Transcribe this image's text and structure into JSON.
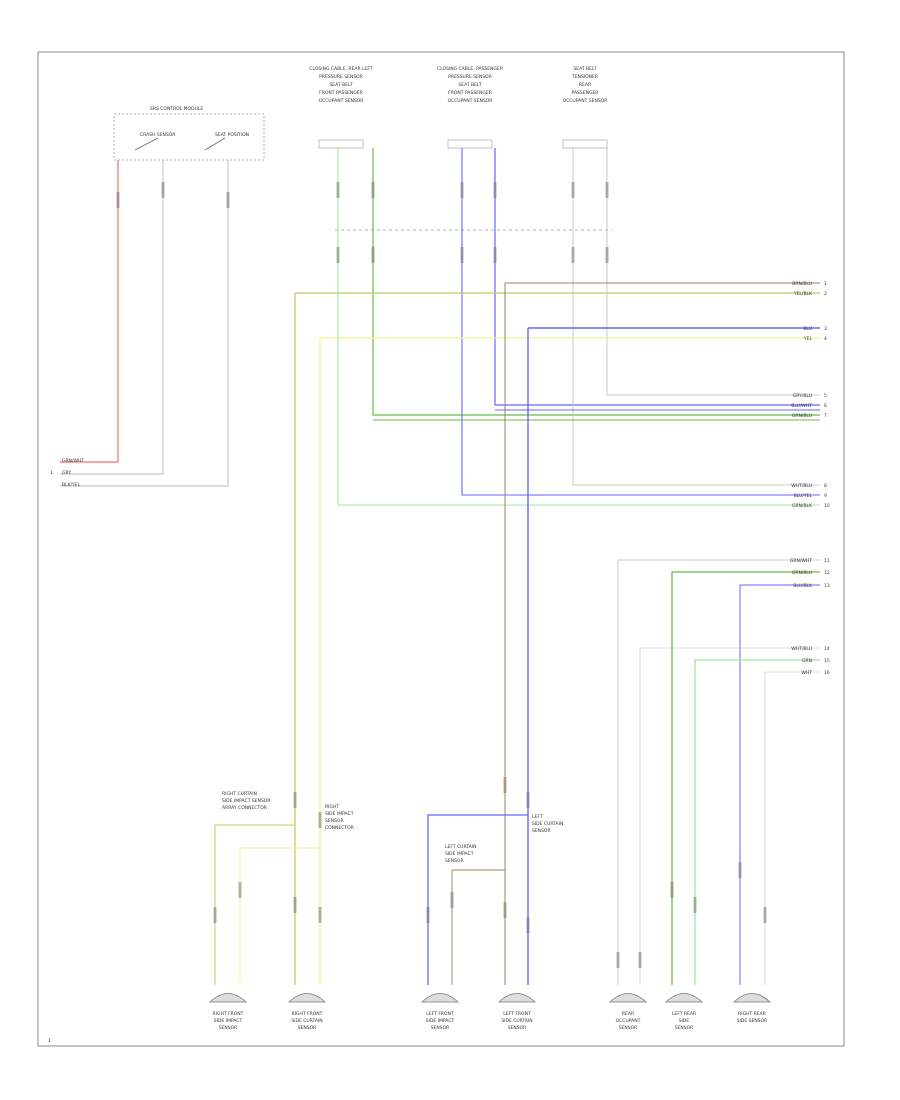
{
  "page_id": "1",
  "connectors": {
    "top": [
      {
        "id": "dr",
        "lines": [
          "CLOSING CABLE, REAR LEFT",
          "PRESSURE SENSOR",
          "SEAT BELT",
          "FRONT PASSENGER",
          "OCCUPANT SENSOR"
        ]
      },
      {
        "id": "ps",
        "lines": [
          "CLOSING CABLE, PASSENGER",
          "PRESSURE SENSOR",
          "SEAT BELT",
          "FRONT PASSENGER",
          "OCCUPANT SENSOR"
        ]
      },
      {
        "id": "rr",
        "lines": [
          "SEAT BELT",
          "TENSIONER",
          "REAR",
          "PASSENGER",
          "OCCUPANT SENSOR"
        ]
      }
    ],
    "switch": {
      "title": "SRS CONTROL MODULE",
      "left": "CRASH SENSOR",
      "right": "SEAT POSITION"
    },
    "left_rows": [
      "GRN/WHT",
      "GRY",
      "BLK/YEL"
    ],
    "bottom": [
      {
        "id": "b1",
        "lines": [
          "RIGHT FRONT",
          "SIDE IMPACT",
          "SENSOR"
        ]
      },
      {
        "id": "b2",
        "lines": [
          "RIGHT FRONT",
          "SIDE CURTAIN",
          "SENSOR"
        ]
      },
      {
        "id": "b3",
        "lines": [
          "LEFT FRONT",
          "SIDE IMPACT",
          "SENSOR"
        ]
      },
      {
        "id": "b4",
        "lines": [
          "LEFT FRONT",
          "SIDE CURTAIN",
          "SENSOR"
        ]
      },
      {
        "id": "b5",
        "lines": [
          "REAR",
          "OCCUPANT",
          "SENSOR"
        ]
      },
      {
        "id": "b6",
        "lines": [
          "LEFT REAR",
          "SIDE",
          "SENSOR"
        ]
      },
      {
        "id": "b7",
        "lines": [
          "RIGHT REAR",
          "SIDE SENSOR"
        ]
      }
    ],
    "mid": [
      {
        "id": "m1",
        "lines": [
          "RIGHT CURTAIN",
          "SIDE IMPACT SENSOR",
          "ARRAY CONNECTOR"
        ]
      },
      {
        "id": "m2",
        "lines": [
          "RIGHT",
          "SIDE IMPACT",
          "SENSOR",
          "CONNECTOR"
        ]
      },
      {
        "id": "m3",
        "lines": [
          "LEFT CURTAIN",
          "SIDE IMPACT",
          "SENSOR"
        ]
      },
      {
        "id": "m4",
        "lines": [
          "LEFT",
          "SIDE CURTAIN",
          "SENSOR"
        ]
      }
    ]
  },
  "right_labels": [
    {
      "text": "BRN/BLU",
      "pin": "1"
    },
    {
      "text": "YEL/BLK",
      "pin": "2"
    },
    {
      "text": "BLU",
      "pin": "3"
    },
    {
      "text": "YEL",
      "pin": "4"
    },
    {
      "text": "GRY/BLU",
      "pin": "5"
    },
    {
      "text": "BLU/WHT",
      "pin": "6"
    },
    {
      "text": "GRN/BLU",
      "pin": "7"
    },
    {
      "text": "WHT/BLU",
      "pin": "8"
    },
    {
      "text": "BLU/YEL",
      "pin": "9"
    },
    {
      "text": "GRN/BLK",
      "pin": "10"
    },
    {
      "text": "GRN/WHT",
      "pin": "11"
    },
    {
      "text": "GRN/BLU",
      "pin": "12"
    },
    {
      "text": "BLU/BLK",
      "pin": "13"
    },
    {
      "text": "WHT/BLU",
      "pin": "14"
    },
    {
      "text": "GRN",
      "pin": "15"
    },
    {
      "text": "WHT",
      "pin": "16"
    }
  ],
  "wire_colors": {
    "red": "#ff6b6b",
    "gray": "#bbbbbb",
    "olive": "#c8c860",
    "yellow": "#f2f28a",
    "green": "#66bb44",
    "lightgreen": "#99ee99",
    "blue": "#6666ff",
    "brown": "#a08060",
    "dashed": "#999999"
  },
  "wire_tags": [
    "GRN/WHT",
    "GRY",
    "BLK/YEL"
  ]
}
